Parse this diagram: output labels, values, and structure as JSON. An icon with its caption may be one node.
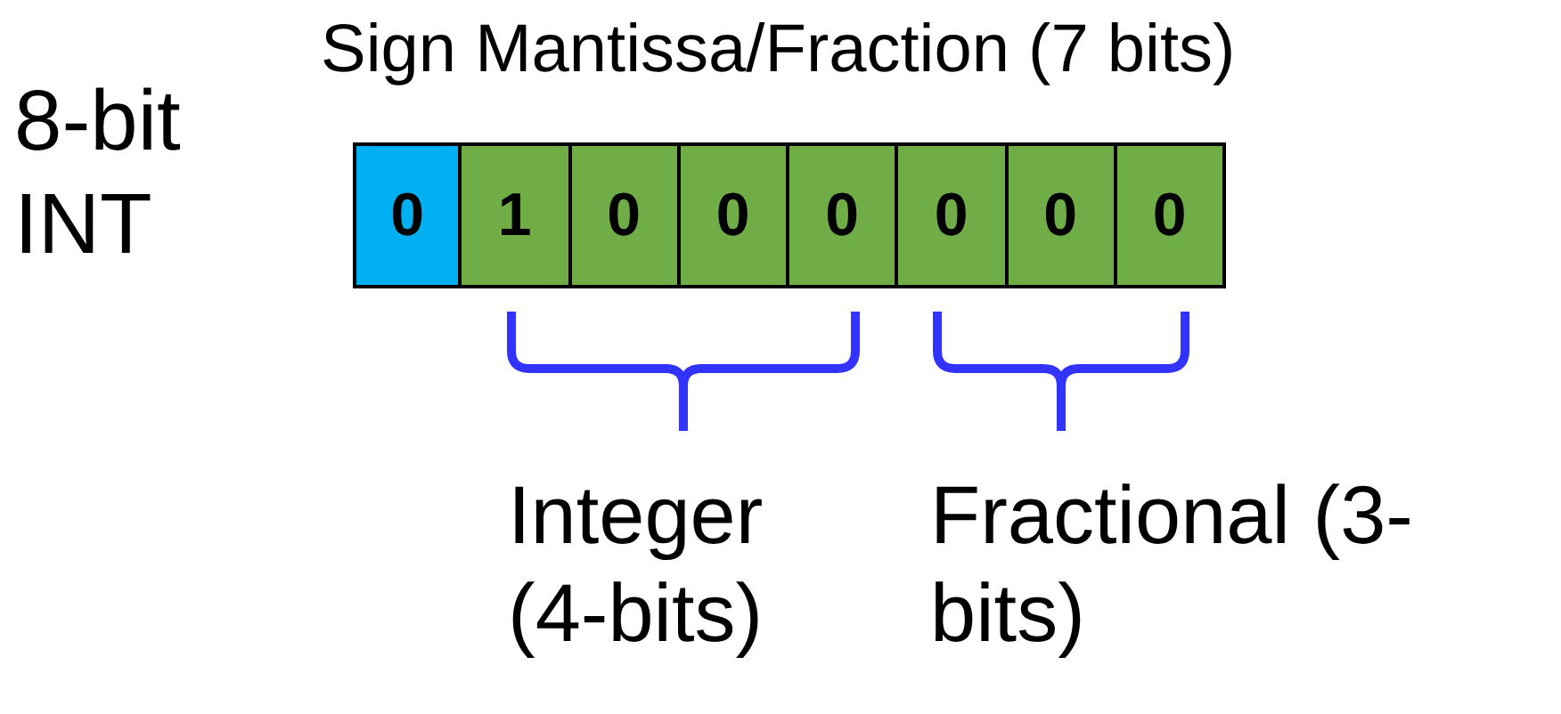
{
  "diagram": {
    "nodes": [
      {
        "text": [
          "0"
        ]
      },
      {
        "text": [
          "1"
        ]
      },
      {
        "text": [
          "0"
        ]
      },
      {
        "text": [
          "0"
        ]
      },
      {
        "text": [
          "0"
        ]
      },
      {
        "text": [
          "0"
        ]
      },
      {
        "text": [
          "0"
        ]
      },
      {
        "text": [
          "0"
        ]
      }
    ],
    "labels": [
      "Sign Mantissa/Fraction (7 bits)",
      "8-bit INT",
      "Integer (4-bits)",
      "Fractional (3-bits)"
    ]
  }
}
